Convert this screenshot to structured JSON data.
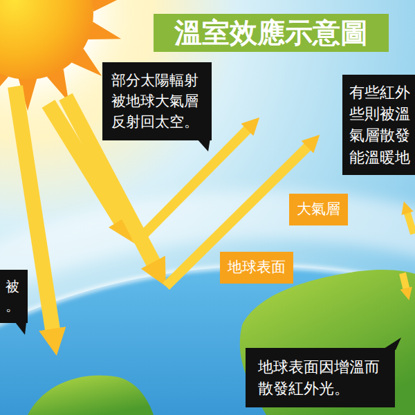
{
  "diagram": {
    "title": "溫室效應示意圖",
    "nodes": [
      {
        "text": [
          "部分太陽輻射 被地球大氣層 反射回太空。"
        ]
      },
      {
        "text": [
          "有些紅外 些則被溫 氣層散發 能溫暖地"
        ]
      },
      {
        "text": [
          "被 。"
        ]
      },
      {
        "text": [
          "大氣層"
        ]
      },
      {
        "text": [
          "地球表面"
        ]
      },
      {
        "text": [
          "地球表面因增溫而 散發紅外光。"
        ]
      }
    ]
  }
}
